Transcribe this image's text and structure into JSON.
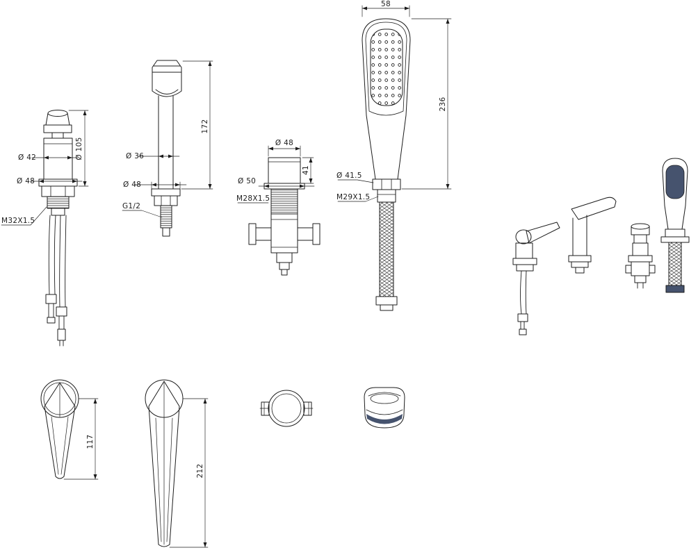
{
  "drawing": {
    "handle": {
      "d42": "Ø 42",
      "d48": "Ø 48",
      "d105": "Ø 105",
      "thread": "M32X1.5"
    },
    "spout": {
      "d36": "Ø 36",
      "d48": "Ø 48",
      "thread": "G1/2",
      "height": "172"
    },
    "diverter": {
      "d48": "Ø 48",
      "d50": "Ø 50",
      "thread": "M28X1.5",
      "height": "41"
    },
    "shower": {
      "width": "58",
      "height": "236",
      "d415": "Ø 41.5",
      "thread": "M29X1.5"
    },
    "lever_short": {
      "length": "117"
    },
    "lever_long": {
      "length": "212"
    },
    "colors": {
      "line": "#1c1c1c",
      "accent": "#46536e",
      "background": "#ffffff"
    }
  }
}
